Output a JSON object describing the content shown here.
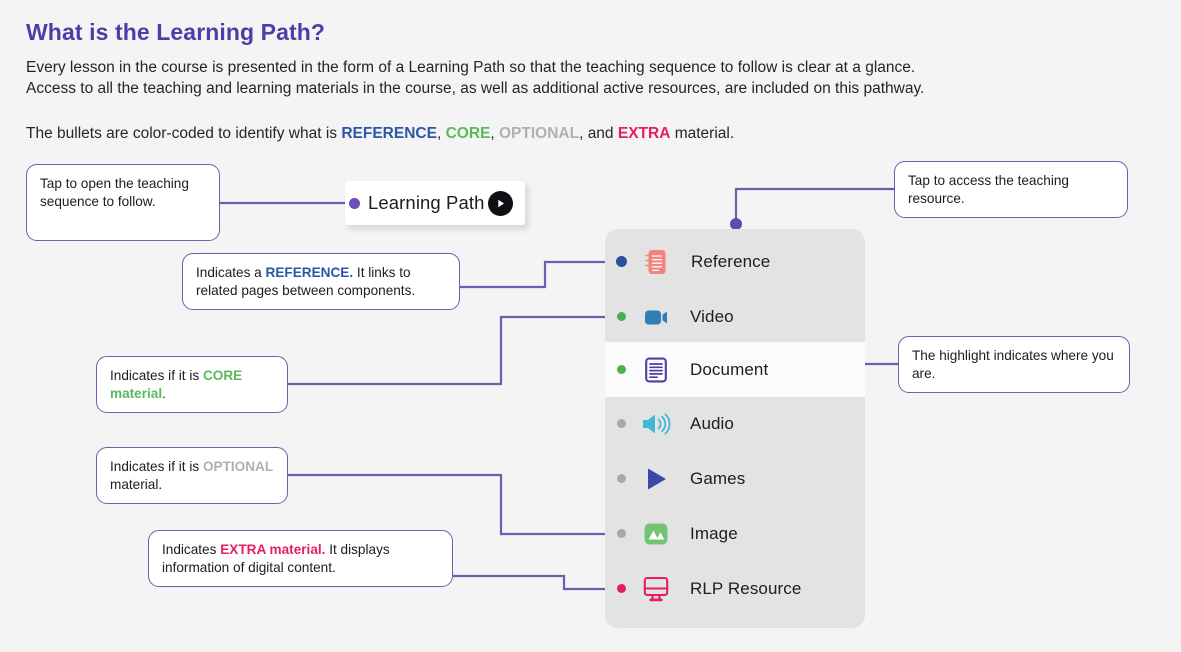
{
  "page": {
    "title": "What is the Learning Path?",
    "intro_line1": "Every lesson in the course is presented in the form of a Learning Path so that the teaching sequence to follow is clear at a glance.",
    "intro_line2": "Access to all the teaching and learning materials in the course, as well as additional active resources, are included on this pathway.",
    "legend": {
      "prefix": "The bullets are color-coded to identify what is ",
      "reference": "REFERENCE",
      "sep1": ", ",
      "core": "CORE",
      "sep2": ", ",
      "optional": "OPTIONAL",
      "sep3": ", and ",
      "extra": "EXTRA",
      "suffix": " material."
    }
  },
  "colors": {
    "title_purple": "#4a3fa8",
    "connector_purple": "#6a5fb0",
    "reference_blue": "#2c56a8",
    "core_green": "#5cb85c",
    "optional_gray": "#b0b0b0",
    "extra_pink": "#e51e60",
    "panel_gray": "#e3e3e3",
    "highlight_white": "#fbfbfb",
    "page_bg": "#f4f4f4"
  },
  "learning_path_card": {
    "label": "Learning Path",
    "bullet_color": "#6a4fb6",
    "play_icon": "play-circle-icon"
  },
  "callouts": {
    "open": {
      "text": "Tap to open the teaching sequence to follow."
    },
    "reference": {
      "lead": "Indicates a ",
      "keyword": "REFERENCE.",
      "rest": " It links to related pages between components."
    },
    "core": {
      "lead": "Indicates if it is ",
      "keyword": "CORE material",
      "rest": "."
    },
    "optional": {
      "lead": "Indicates if it is ",
      "keyword": "OPTIONAL",
      "rest": " material."
    },
    "extra": {
      "lead": "Indicates ",
      "keyword": "EXTRA material.",
      "rest": " It displays information of digital content."
    },
    "access": {
      "text": "Tap to access the teaching resource."
    },
    "highlight": {
      "text": "The highlight indicates where you are."
    }
  },
  "resource_panel": {
    "items": [
      {
        "label": "Reference",
        "icon": "notebook-icon",
        "bullet": "#2c4f9e",
        "bullet_size": "big",
        "highlighted": false
      },
      {
        "label": "Video",
        "icon": "camcorder-icon",
        "bullet": "#4caf50",
        "bullet_size": "small",
        "highlighted": false
      },
      {
        "label": "Document",
        "icon": "document-icon",
        "bullet": "#4caf50",
        "bullet_size": "small",
        "highlighted": true
      },
      {
        "label": "Audio",
        "icon": "speaker-icon",
        "bullet": "#a8a8a8",
        "bullet_size": "small",
        "highlighted": false
      },
      {
        "label": "Games",
        "icon": "play-triangle-icon",
        "bullet": "#a8a8a8",
        "bullet_size": "small",
        "highlighted": false
      },
      {
        "label": "Image",
        "icon": "picture-icon",
        "bullet": "#a8a8a8",
        "bullet_size": "small",
        "highlighted": false
      },
      {
        "label": "RLP Resource",
        "icon": "monitor-icon",
        "bullet": "#e51e60",
        "bullet_size": "small",
        "highlighted": false
      }
    ]
  }
}
